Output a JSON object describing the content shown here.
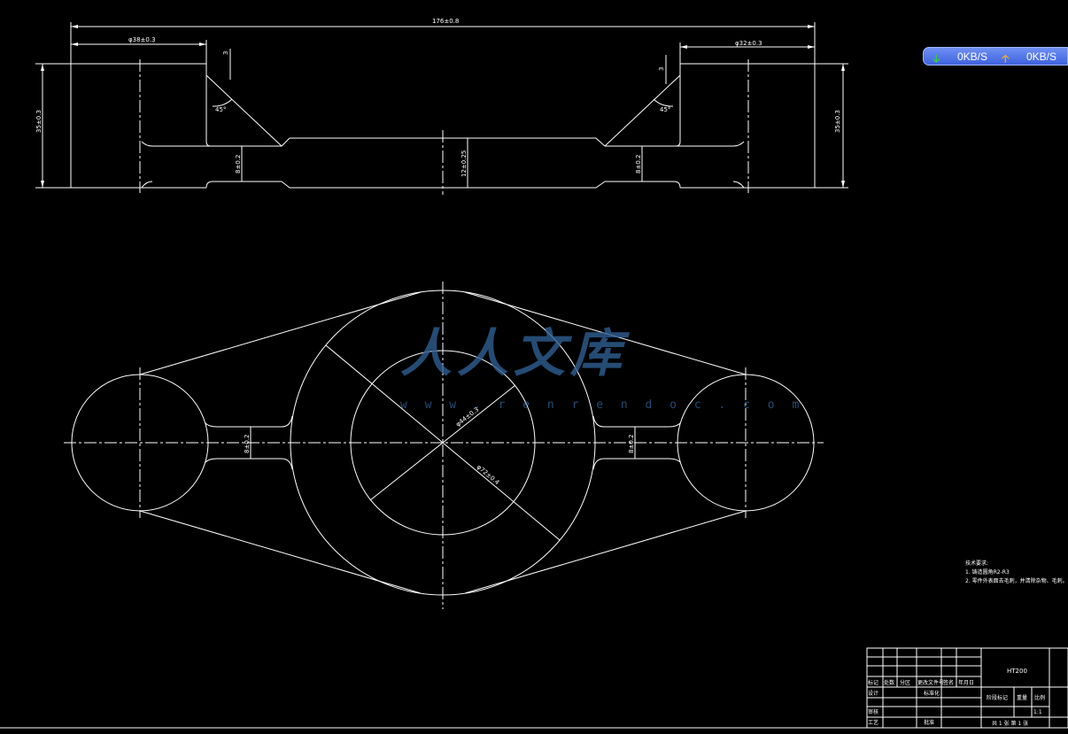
{
  "front_view": {
    "dim_total_width": "176±0.8",
    "dim_left_lug": "φ38±0.3",
    "dim_right_lug": "φ32±0.3",
    "dim_left_height": "35±0.3",
    "dim_right_height": "35±0.3",
    "dim_chamfer_left": "3",
    "dim_chamfer_right": "3",
    "dim_angle_left": "45°",
    "dim_angle_right": "45°",
    "dim_web_left": "8±0.2",
    "dim_web_center": "12±0.25",
    "dim_web_right": "8±0.2"
  },
  "top_view": {
    "dim_inner_bore": "φ44±0.3",
    "dim_outer_boss": "φ72±0.4",
    "dim_rib_left": "8±0.2",
    "dim_rib_right": "8±0.2"
  },
  "network_widget": {
    "down_icon": "down-arrow-icon",
    "down_rate": "0KB/S",
    "up_icon": "up-arrow-icon",
    "up_rate": "0KB/S",
    "accent_color": "#4a6fe8"
  },
  "technical_notes": {
    "heading": "技术要求:",
    "line1": "1. 铸造圆角R2-R3",
    "line2": "2. 零件外表面去毛刺，并清除杂物、毛刺。"
  },
  "title_block": {
    "material": "HT200",
    "row_labels": [
      "标记",
      "处数",
      "分区",
      "更改文件号",
      "签名",
      "年月日"
    ],
    "design_label": "设计",
    "standard_label": "标准化",
    "review_label": "审核",
    "process_label": "工艺",
    "approve_label": "批准",
    "stage_label": "阶段标记",
    "weight_label": "重量",
    "scale_label": "比例",
    "scale_value": "1:1",
    "sheet_info": "共 1 张 第 1 张"
  },
  "watermark": {
    "text": "人人文库",
    "url": "w w w . r e n r e n d o c . c o m"
  }
}
